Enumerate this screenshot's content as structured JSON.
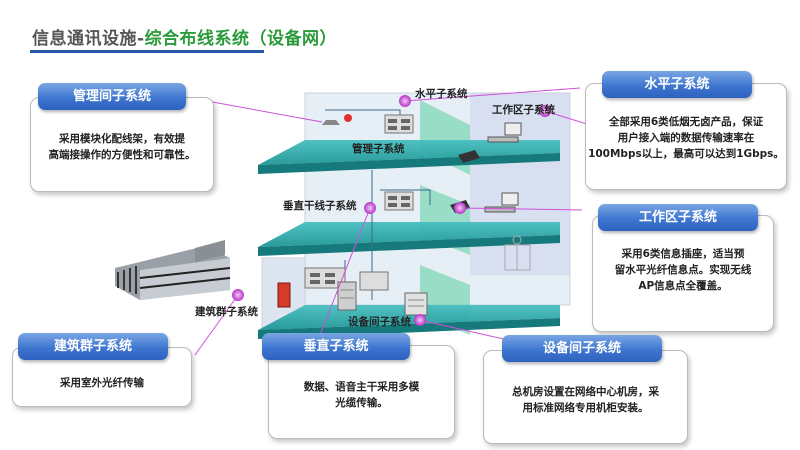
{
  "header": {
    "title_prefix": "信息通讯设施-",
    "title_main": "综合布线系统（设备网）"
  },
  "diagram_labels": {
    "horizontal": "水平子系统",
    "work_area": "工作区子系统",
    "management": "管理子系统",
    "backbone": "垂直干线子系统",
    "campus": "建筑群子系统",
    "equipment_room": "设备间子系统"
  },
  "cards": {
    "management": {
      "title": "管理间子系统",
      "desc": "采用模块化配线架，有效提\n高端接操作的方便性和可靠性。"
    },
    "horizontal": {
      "title": "水平子系统",
      "desc": "全部采用6类低烟无卤产品，保证\n用户接入端的数据传输速率在\n100Mbps以上，最高可以达到1Gbps。"
    },
    "work_area": {
      "title": "工作区子系统",
      "desc": "采用6类信息插座，适当预\n留水平光纤信息点。实现无线\nAP信息点全覆盖。"
    },
    "campus": {
      "title": "建筑群子系统",
      "desc": "采用室外光纤传输"
    },
    "vertical": {
      "title": "垂直子系统",
      "desc": "数据、语音主干采用多模\n光缆传输。"
    },
    "equipment": {
      "title": "设备间子系统",
      "desc": "总机房设置在网络中心机房，采\n用标准网络专用机柜安装。"
    }
  },
  "colors": {
    "tab": "#3f76d0",
    "accent": "#2a9a3a",
    "rule": "#2659a8",
    "floor": "#2aa9a9",
    "marker": "#c040d0"
  }
}
